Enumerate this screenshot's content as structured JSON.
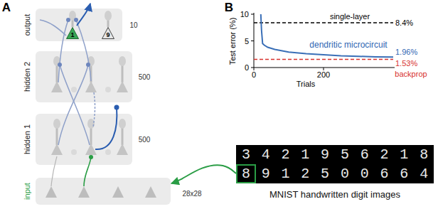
{
  "diagram": {
    "nodes": [
      {
        "text": [
          "output",
          "10"
        ]
      },
      {
        "text": [
          "1"
        ],
        "in": 0
      },
      {
        "text": [
          "9"
        ],
        "in": 0
      },
      {
        "text": [
          "hidden 2",
          "500"
        ]
      },
      {
        "text": [
          "hidden 1",
          "500"
        ]
      },
      {
        "text": [
          "input",
          "28x28"
        ]
      },
      {
        "text": [
          "3 4 2 1 9 5 6 2 1 8",
          "8 9 1 2 5 0 0 6 6 4",
          "MNIST handwritten digit images"
        ]
      }
    ],
    "edges": [
      {
        "from": 6,
        "to": 5,
        "arrow": "to"
      }
    ],
    "labels": [
      "A",
      "B",
      "10",
      "5",
      "0",
      "0",
      "200",
      "Test error (%)",
      "Trials",
      "single-layer",
      "8.4%",
      "dendritic microcircuit",
      "1.96%",
      "1.53%",
      "backprop"
    ]
  }
}
